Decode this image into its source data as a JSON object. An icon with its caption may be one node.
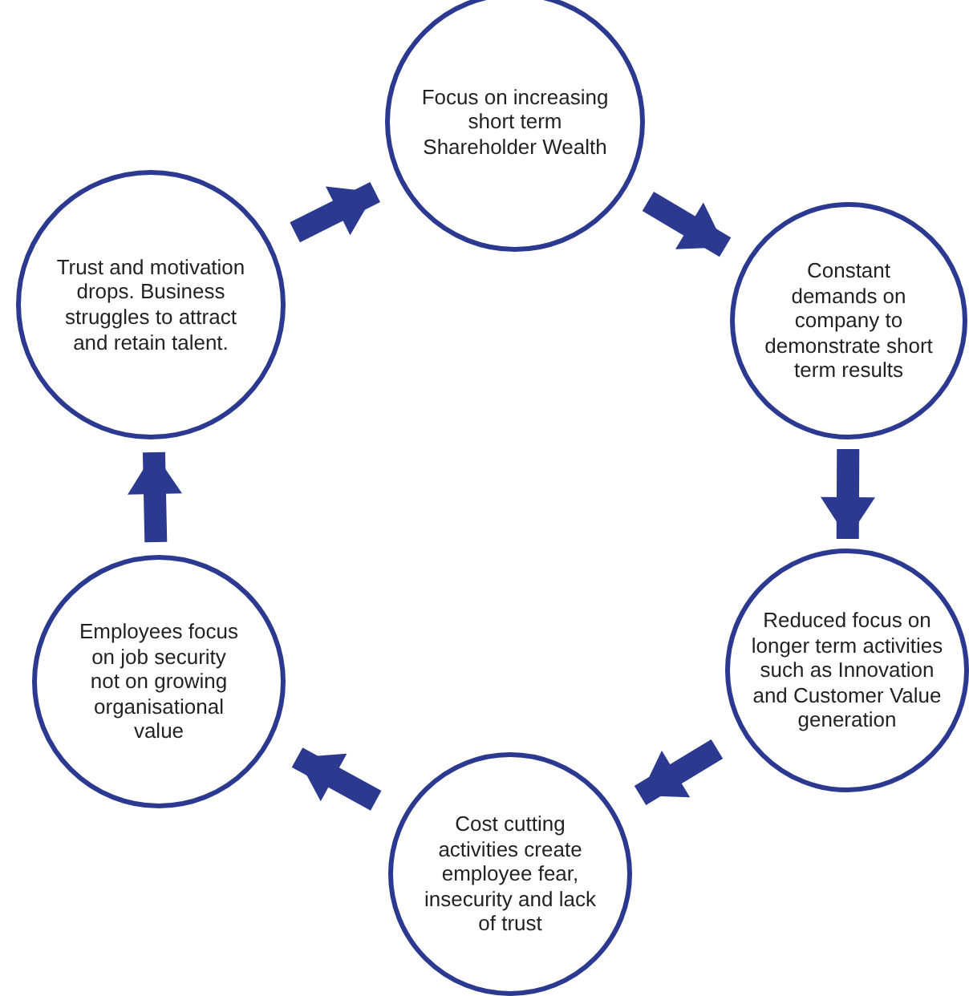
{
  "diagram": {
    "nodes": [
      {
        "text": [
          "Focus on increasing short term Shareholder Wealth"
        ]
      },
      {
        "text": [
          "Constant demands on company to demonstrate short term results"
        ]
      },
      {
        "text": [
          "Reduced focus on longer term activities such as Innovation and Customer Value generation"
        ]
      },
      {
        "text": [
          "Cost cutting activities create employee fear, insecurity and lack of trust"
        ]
      },
      {
        "text": [
          "Employees focus on job security not on growing organisational value"
        ]
      },
      {
        "text": [
          "Trust and motivation drops. Business struggles to attract and retain talent."
        ]
      }
    ],
    "edges": [
      {
        "from": 0,
        "to": 1,
        "arrow": "to"
      },
      {
        "from": 1,
        "to": 2,
        "arrow": "to"
      },
      {
        "from": 2,
        "to": 3,
        "arrow": "to"
      },
      {
        "from": 3,
        "to": 4,
        "arrow": "to"
      },
      {
        "from": 4,
        "to": 5,
        "arrow": "to"
      },
      {
        "from": 5,
        "to": 0,
        "arrow": "to"
      }
    ]
  }
}
